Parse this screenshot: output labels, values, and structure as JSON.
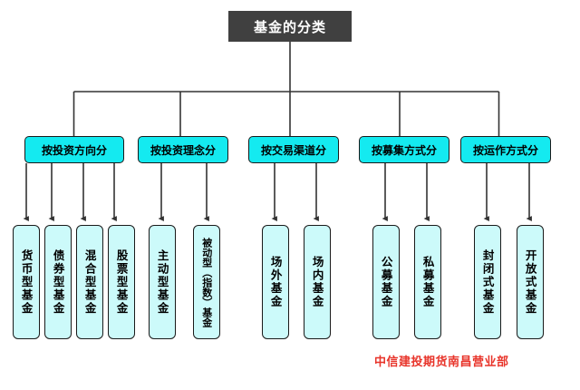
{
  "diagram": {
    "type": "org-tree",
    "root": {
      "label": "基金的分类",
      "fill": "#404040",
      "text_color": "#ffffff"
    },
    "category_fill": "#14eaf0",
    "leaf_fill": "#ccfafa",
    "line_color": "#333333",
    "categories": [
      {
        "label": "按投资方向分",
        "children": [
          {
            "label": "货币型基金"
          },
          {
            "label": "债券型基金"
          },
          {
            "label": "混合型基金"
          },
          {
            "label": "股票型基金"
          }
        ]
      },
      {
        "label": "按投资理念分",
        "children": [
          {
            "label": "主动型基金"
          },
          {
            "label": "被动型（指数）基金"
          }
        ]
      },
      {
        "label": "按交易渠道分",
        "children": [
          {
            "label": "场外基金"
          },
          {
            "label": "场内基金"
          }
        ]
      },
      {
        "label": "按募集方式分",
        "children": [
          {
            "label": "公募基金"
          },
          {
            "label": "私募基金"
          }
        ]
      },
      {
        "label": "按运作方式分",
        "children": [
          {
            "label": "封闭式基金"
          },
          {
            "label": "开放式基金"
          }
        ]
      }
    ]
  },
  "watermark": {
    "text": "中信建投期货南昌营业部",
    "color": "#e8342a"
  }
}
